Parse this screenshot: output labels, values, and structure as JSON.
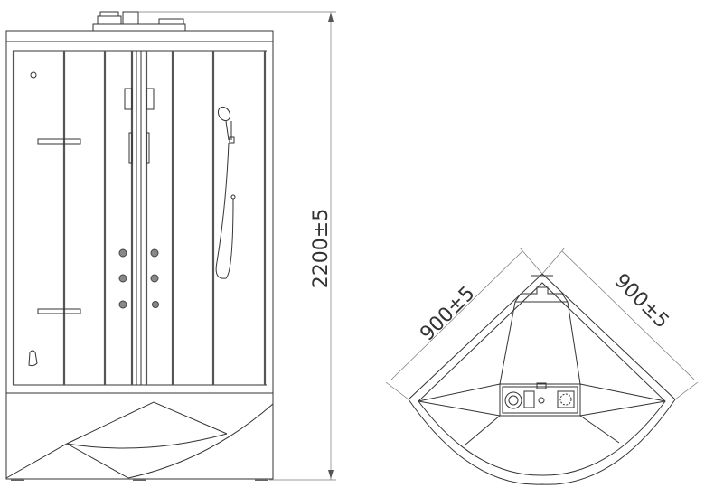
{
  "drawing": {
    "front_view": {
      "height_dimension": "2200±5"
    },
    "plan_view": {
      "left_side_dimension": "900±5",
      "right_side_dimension": "900±5"
    }
  }
}
